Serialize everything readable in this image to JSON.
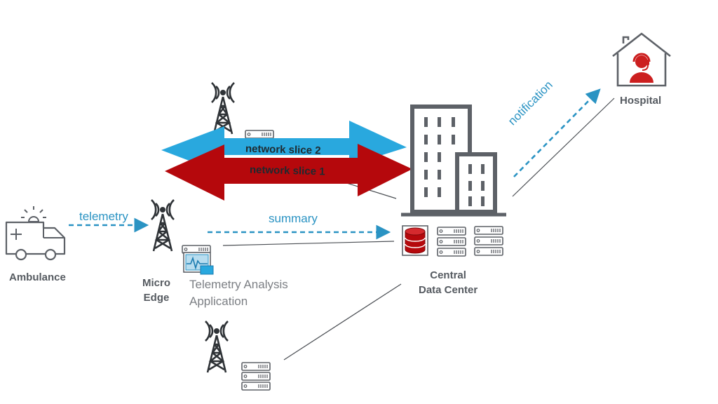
{
  "nodes": {
    "ambulance": "Ambulance",
    "micro_edge": [
      "Micro",
      "Edge"
    ],
    "telemetry_app": [
      "Telemetry Analysis",
      "Application"
    ],
    "central_dc": [
      "Central",
      "Data Center"
    ],
    "hospital": "Hospital"
  },
  "flows": {
    "telemetry": "telemetry",
    "summary": "summary",
    "notification": "notification"
  },
  "slices": {
    "slice2": "network slice 2",
    "slice1": "network slice 1"
  },
  "colors": {
    "icon_grey": "#5d6167",
    "flow_blue": "#2a93c3",
    "slice2_blue": "#29a8de",
    "slice1_red": "#b5080c",
    "hospital_red": "#cc1f1f",
    "label_grey": "#555a60"
  },
  "icons": [
    "siren-icon",
    "ambulance-icon",
    "cell-tower-icon",
    "server-icon",
    "database-icon",
    "building-icon",
    "monitor-icon",
    "house-icon",
    "medical-staff-icon"
  ]
}
